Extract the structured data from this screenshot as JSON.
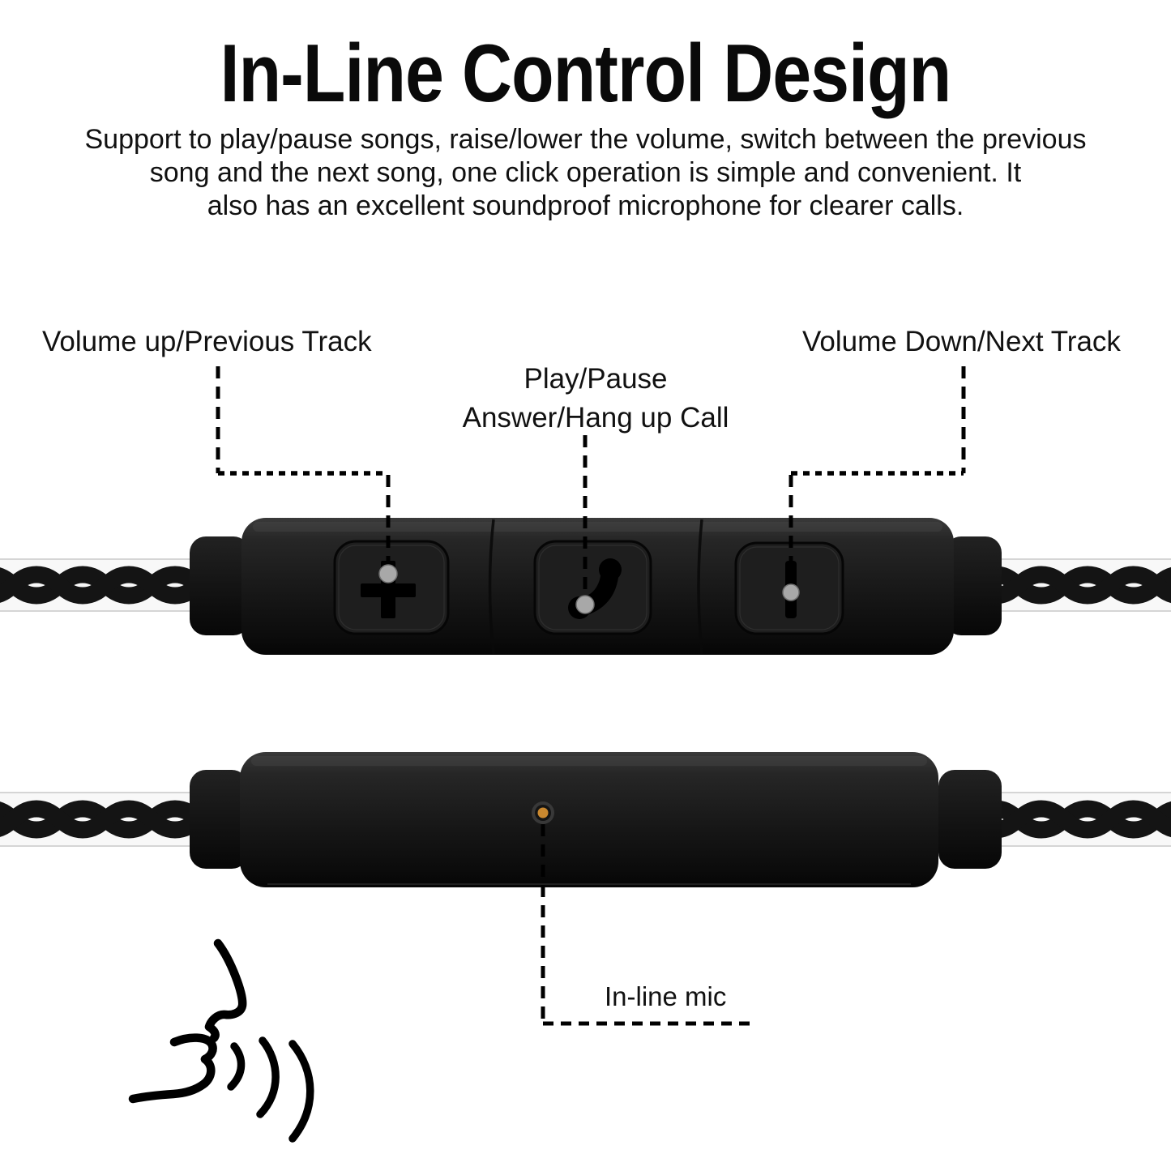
{
  "title": "In-Line Control Design",
  "description": {
    "lines": [
      "Support to play/pause songs, raise/lower the volume, switch between the previous",
      "song and the next song, one click operation is simple and convenient. It",
      "also has an excellent soundproof microphone for clearer calls."
    ]
  },
  "callouts": {
    "volume_up": "Volume up/Previous Track",
    "play_pause": "Play/Pause",
    "answer_hang_up": "Answer/Hang up Call",
    "volume_down": "Volume Down/Next Track",
    "inline_mic": "In-line mic"
  },
  "icons": {
    "volume_up_button": "plus-icon",
    "play_pause_button": "phone-handset-icon",
    "volume_down_button": "minus-icon",
    "microphone": "mic-hole-dot",
    "voice": "speaking-face-icon"
  },
  "colors": {
    "background": "#ffffff",
    "text": "#000000",
    "remote_body": "#1e1e1e",
    "cable_sheath": "#d5d5d5",
    "mic_dot": "#c9882f",
    "pointer_dot": "#a8a8a8",
    "dashed_line": "#000000"
  }
}
